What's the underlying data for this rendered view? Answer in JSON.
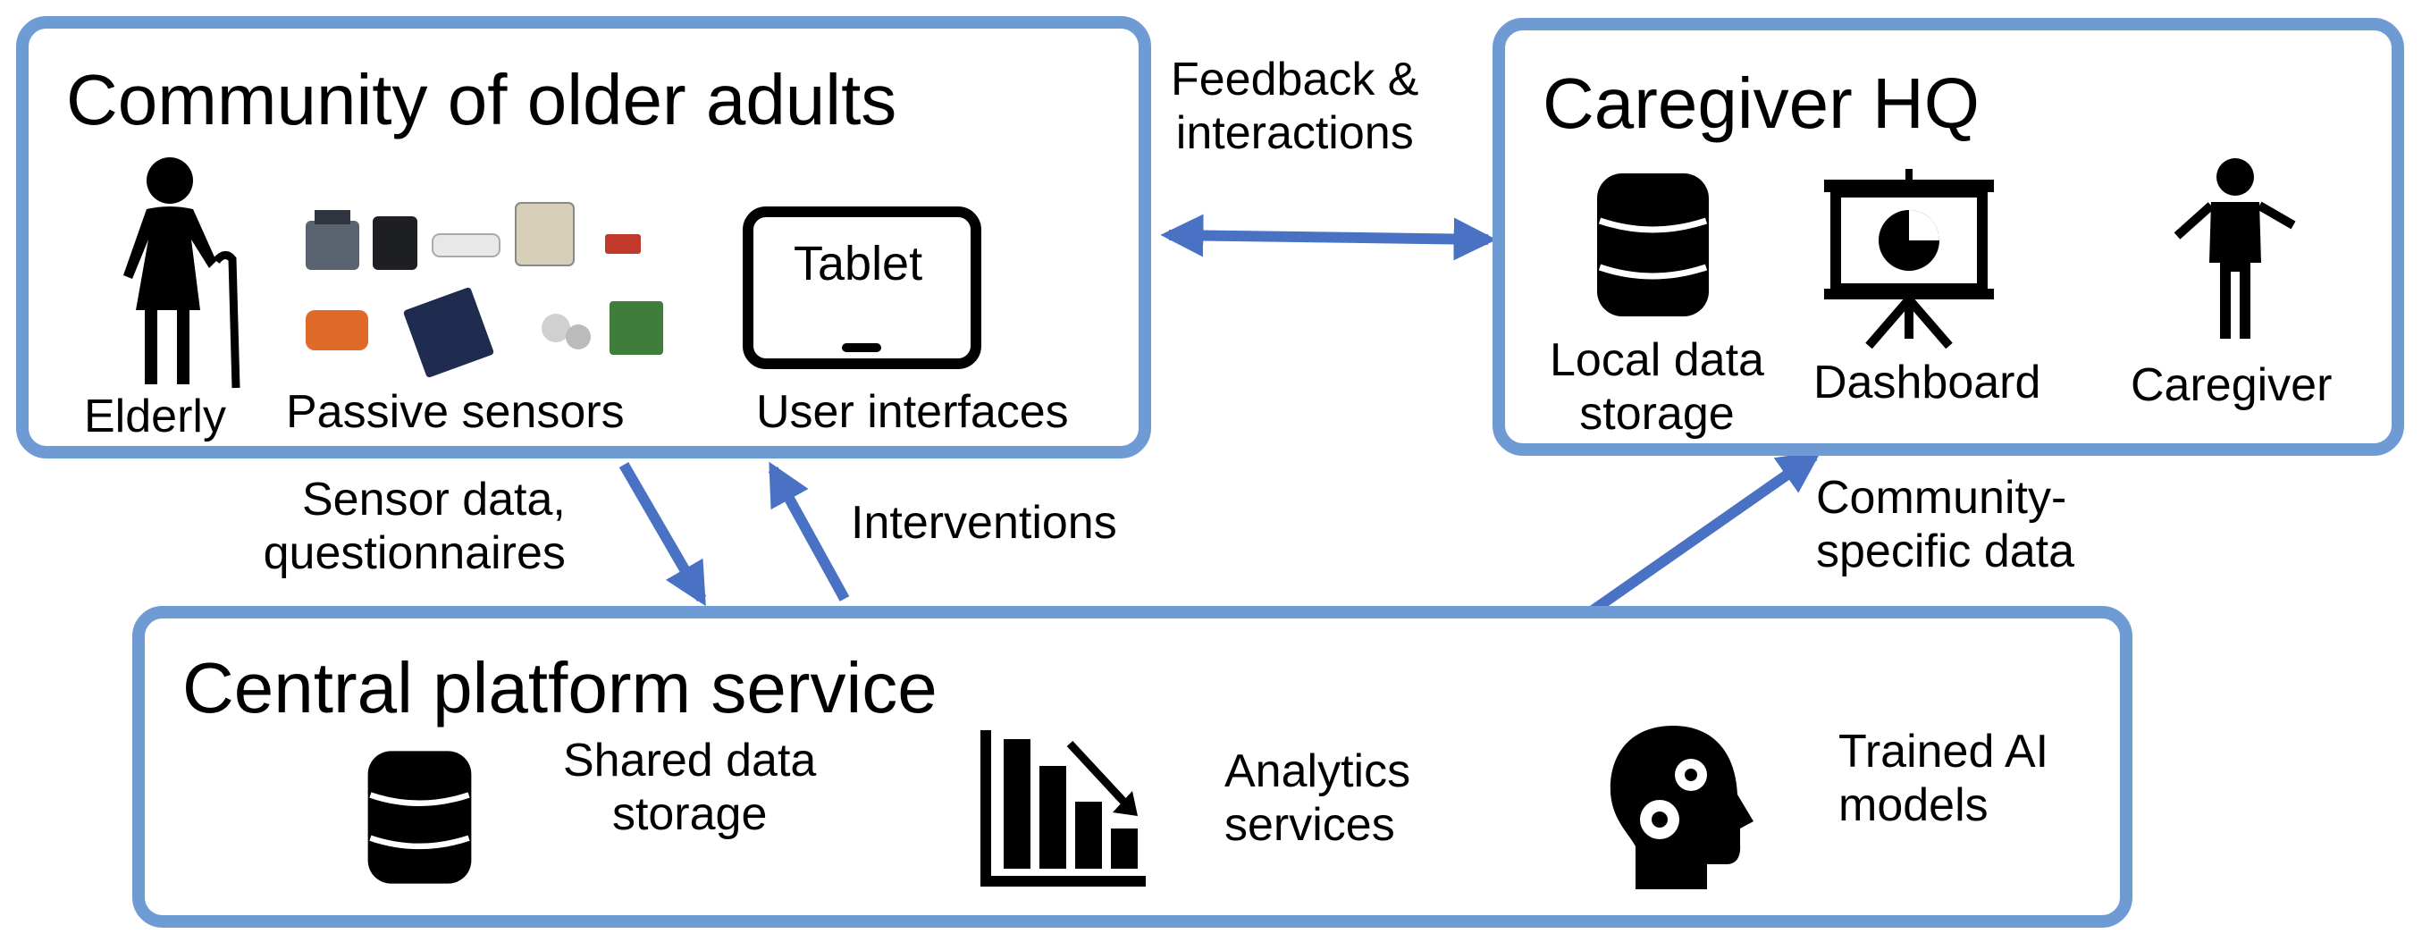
{
  "community": {
    "title": "Community of older adults",
    "elderly_label": "Elderly",
    "sensors_label": "Passive sensors",
    "tablet_text": "Tablet",
    "ui_label": "User interfaces"
  },
  "caregiver_hq": {
    "title": "Caregiver HQ",
    "local_storage_line1": "Local data",
    "local_storage_line2": "storage",
    "dashboard_label": "Dashboard",
    "caregiver_label": "Caregiver"
  },
  "central": {
    "title": "Central platform service",
    "shared_storage_line1": "Shared data",
    "shared_storage_line2": "storage",
    "analytics_line1": "Analytics",
    "analytics_line2": "services",
    "ai_line1": "Trained AI",
    "ai_line2": "models"
  },
  "flows": {
    "feedback_line1": "Feedback &",
    "feedback_line2": "interactions",
    "sensor_line1": "Sensor data,",
    "sensor_line2": "questionnaires",
    "interventions": "Interventions",
    "community_line1": "Community-",
    "community_line2": "specific data"
  },
  "colors": {
    "box_border": "#6f9bd4",
    "arrow": "#4a72c4"
  },
  "icons": [
    "elderly-person-icon",
    "sensor-devices-icon",
    "tablet-icon",
    "database-icon",
    "dashboard-presentation-icon",
    "caregiver-person-icon",
    "bar-chart-decline-icon",
    "head-gears-icon"
  ]
}
